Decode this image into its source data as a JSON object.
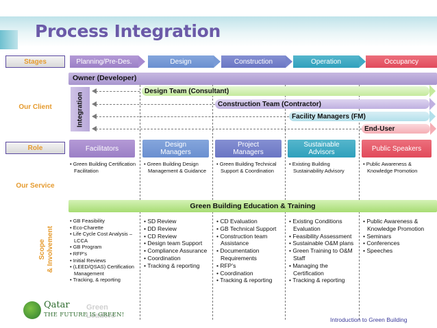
{
  "title": "Process Integration",
  "rows": {
    "stages": "Stages",
    "client": "Our Client",
    "role": "Role",
    "service": "Our Service",
    "scope": "Scope\n& Involvement"
  },
  "stages": [
    "Planning/Pre-Des.",
    "Design",
    "Construction",
    "Operation",
    "Occupancy"
  ],
  "client": {
    "owner": "Owner (Developer)",
    "integration": "Integration",
    "teams": [
      "Design Team (Consultant)",
      "Construction Team (Contractor)",
      "Facility Managers (FM)",
      "End-User"
    ]
  },
  "roles": [
    "Facilitators",
    "Design\nManagers",
    "Project\nManagers",
    "Sustainable\nAdvisors",
    "Public Speakers"
  ],
  "services": [
    [
      "Green Building Certification Facilitation"
    ],
    [
      "Green Building Design Management & Guidance"
    ],
    [
      "Green Building Technical Support & Coordination"
    ],
    [
      "Existing Building Sustainability Advisory"
    ],
    [
      "Public Awareness & Knowledge Promotion"
    ]
  ],
  "education_bar": "Green Building Education & Training",
  "scope": [
    [
      "GB Feasibility",
      "Eco-Charette",
      "Life Cycle Cost Analysis – LCCA",
      "GB Program",
      "RFP’s",
      "Initial Reviews",
      "(LEED/QSAS) Certification Management",
      "Tracking, & reporting"
    ],
    [
      "SD Review",
      "DD Review",
      "CD Review",
      "Design team Support",
      "Compliance Assurance",
      "Coordination",
      "Tracking & reporting"
    ],
    [
      "CD Evaluation",
      "GB Technical Support",
      "Construction team Assistance",
      "Documentation Requirements",
      "RFP’s",
      "Coordination",
      "Tracking & reporting"
    ],
    [
      "Existing Conditions Evaluation",
      "Feasibility Assessment",
      "Sustainable O&M plans",
      "Green Training to O&M Staff",
      "Managing the Certification",
      "Tracking & reporting"
    ],
    [
      "Public Awareness & Knowledge Promotion",
      "Seminars",
      "Conferences",
      "Speeches"
    ]
  ],
  "logo": {
    "name": "Qatar",
    "ghost": "Green Leaders",
    "slogan": "THE FUTURE IS GREEN!"
  },
  "footer": "Introduction to Green Building",
  "colors": {
    "stage_planning": "#9b7fc6",
    "stage_design": "#6a8fd0",
    "stage_construction": "#6a76c4",
    "stage_operation": "#2fa0bc",
    "stage_occupancy": "#e14a5b",
    "label_orange": "#e59a2d",
    "title_purple": "#6b5aa8"
  }
}
